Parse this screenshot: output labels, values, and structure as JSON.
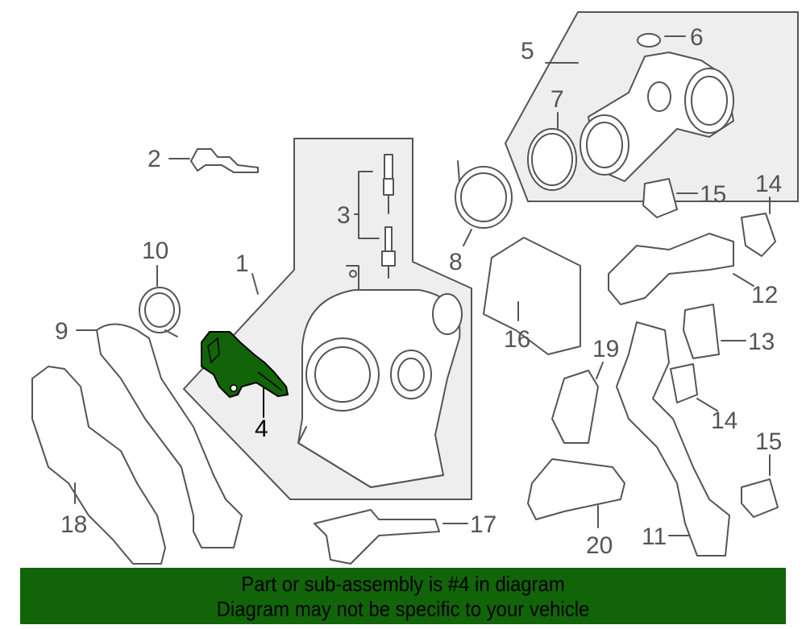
{
  "diagram": {
    "highlight_color": "#126409",
    "highlighted_part": "4",
    "callouts": [
      "1",
      "2",
      "3",
      "4",
      "5",
      "6",
      "7",
      "8",
      "9",
      "10",
      "11",
      "12",
      "13",
      "14",
      "14",
      "15",
      "15",
      "16",
      "17",
      "18",
      "19",
      "20"
    ]
  },
  "banner": {
    "line1": "Part or sub-assembly is #4 in diagram",
    "line2": "Diagram may not be specific to your vehicle"
  }
}
